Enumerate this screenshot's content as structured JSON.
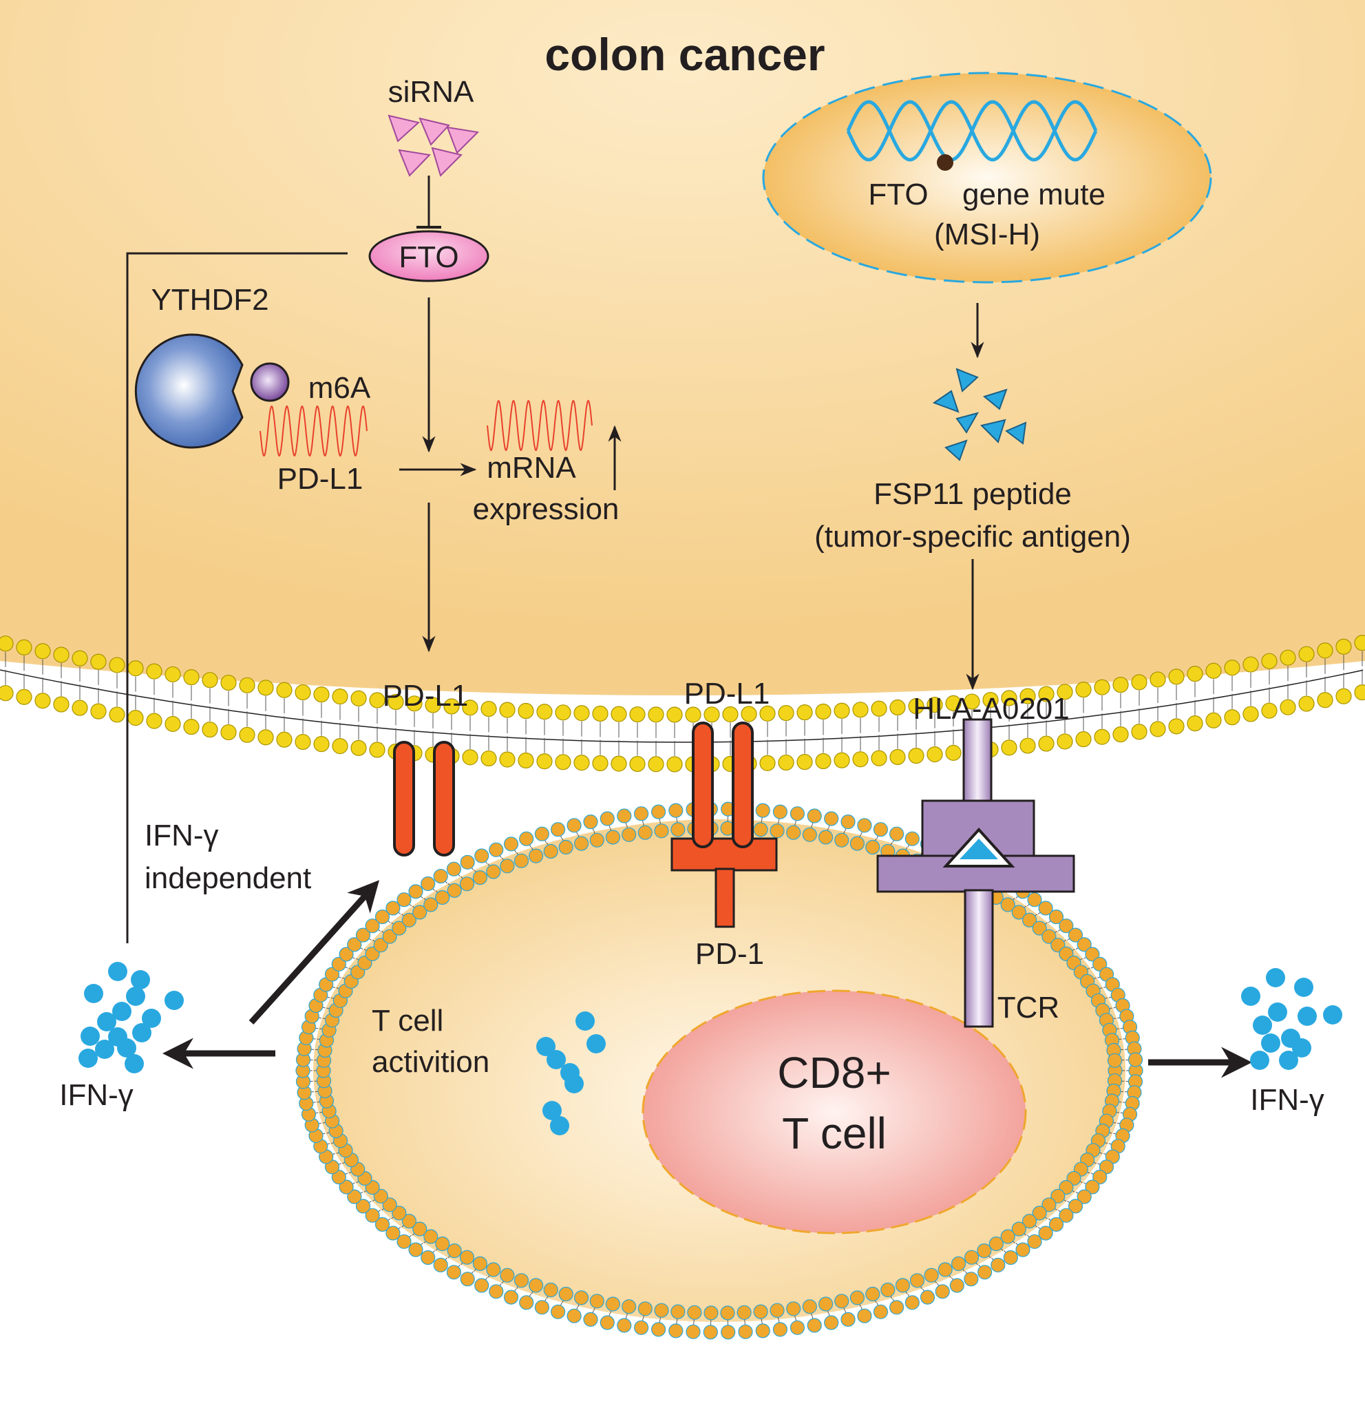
{
  "title": "colon cancer",
  "labels": {
    "sirna": "siRNA",
    "fto": "FTO",
    "ythdf2": "YTHDF2",
    "m6a": "m6A",
    "pdl1_mrna": "PD-L1",
    "mrna": "mRNA",
    "expression": "expression",
    "fto_gene": "FTO",
    "gene_mute": "gene mute",
    "msi_h": "(MSI-H)",
    "fsp11": "FSP11 peptide",
    "tsa": "(tumor-specific antigen)",
    "pdl1_left": "PD-L1",
    "pdl1_mid": "PD-L1",
    "hla": "HLA-A0201",
    "pd1": "PD-1",
    "tcr": "TCR",
    "ifn_independent_1": "IFN-γ",
    "ifn_independent_2": "independent",
    "tcell_activation_1": "T cell",
    "tcell_activation_2": "activition",
    "ifn_left": "IFN-γ",
    "ifn_right": "IFN-γ",
    "cd8_1": "CD8+",
    "cd8_2": "T cell"
  },
  "colors": {
    "cytoplasm": "#f6d08b",
    "lipid_head_tumor": "#f2d51a",
    "lipid_head_tcell": "#f0a72e",
    "pdl1": "#ef5426",
    "hla_tcr": "#a78abd",
    "fto_ellipse": "#f28fc6",
    "ythdf2": "#5b80c4",
    "ifn_dots": "#29a8e0",
    "nucleus": "#f2a09a",
    "dna": "#29a8e0",
    "mrna": "#e8402c"
  }
}
